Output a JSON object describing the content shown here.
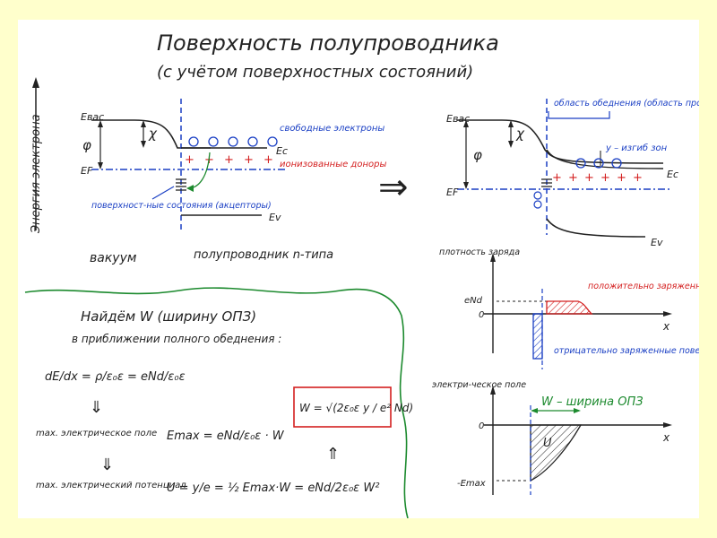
{
  "title": "Поверхность полупроводника",
  "subtitle": "(с учётом поверхностных состояний)",
  "left_diagram": {
    "axis_label": "Энергия электрона",
    "e_vac": "Eвac",
    "chi": "χ",
    "phi": "φ",
    "e_c": "Ec",
    "e_f": "EF",
    "e_v": "Ev",
    "free_electrons": "свободные электроны",
    "ionized_donors": "ионизованные доноры",
    "surface_states": "поверхност-ные состояния (акцепторы)",
    "vacuum": "вакуум",
    "semiconductor": "полупроводник n-типа"
  },
  "arrow": "⇒",
  "right_diagram": {
    "depletion": "область обеднения (область пространст-венного заряда)",
    "e_vac": "Eвac",
    "chi": "χ",
    "phi": "φ",
    "bend": "y – изгиб зон",
    "e_c": "Ec",
    "e_f": "EF",
    "e_v": "Ev"
  },
  "charge_plot": {
    "ylabel": "плотность заряда",
    "eNd": "eNd",
    "zero": "0",
    "xlabel": "x",
    "positive": "положительно заряженные доноры",
    "negative": "отрицательно заряженные поверхн-е состояния"
  },
  "field_plot": {
    "ylabel": "электри-ческое поле",
    "zero": "0",
    "xlabel": "x",
    "emax": "-Emax",
    "width": "W – ширина ОПЗ",
    "u": "U"
  },
  "derivation": {
    "heading": "Найдём W (ширину ОПЗ)",
    "approx": "в приближении полного обеднения :",
    "eq1": "dE/dx = ρ/ε₀ε = eNd/ε₀ε",
    "max_field_label": "max. электрическое поле",
    "eq2": "Emax = eNd/ε₀ε · W",
    "max_pot_label": "max. электрический потенциал",
    "eq3": "U = y/e = ½ Emax·W = eNd/2ε₀ε W²",
    "result": "W = √(2ε₀ε y / e² Nd)",
    "down_arrow": "⇓"
  },
  "colors": {
    "blue": "#1a3fc4",
    "red": "#d42020",
    "green": "#1c8a2e",
    "ink": "#222222"
  }
}
